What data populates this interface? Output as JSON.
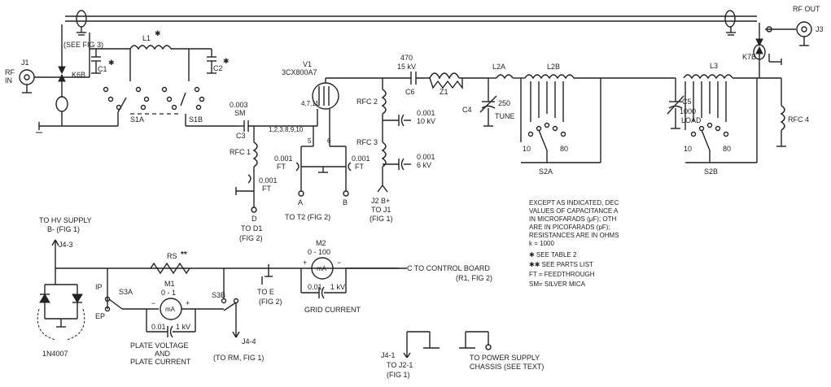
{
  "labels": {
    "see_fig3": "(SEE FIG 3)",
    "rf_in": "RF",
    "rf_in2": "IN",
    "j1": "J1",
    "k6b": "K6B",
    "c1": "C1",
    "l1": "L1",
    "c2": "C2",
    "s1a": "S1A",
    "s1b": "S1B",
    "c3_val": "0.003",
    "c3_sm": "SM",
    "c3": "C3",
    "v1": "V1",
    "v1_type": "3CX800A7",
    "pins_top": "4,7,11",
    "pins_bottom": "1,2,3,8,9,10",
    "pin5": "5",
    "pin6": "6",
    "c6_val": "470",
    "c6_volt": "15 kV",
    "c6": "C6",
    "z1": "Z1",
    "rfc2": "RFC 2",
    "rfc3": "RFC 3",
    "cap_001_10kv_a": "0.001",
    "cap_001_10kv_b": "10 kV",
    "cap_001_6kv_a": "0.001",
    "cap_001_6kv_b": "6 kV",
    "c4": "C4",
    "c4_val": "250",
    "tune": "TUNE",
    "l2a": "L2A",
    "l2b": "L2B",
    "sw_10_a": "10",
    "sw_80_a": "80",
    "s2a": "S2A",
    "c5": "C5",
    "c5_val": "1000",
    "load": "LOAD",
    "l3": "L3",
    "sw_10_b": "10",
    "sw_80_b": "80",
    "s2b": "S2B",
    "rfc4": "RFC 4",
    "rf_out": "RF OUT",
    "j3": "J3",
    "k7b": "K7B",
    "rfc1": "RFC 1",
    "ft1a": "0.001",
    "ft1b": "FT",
    "ft2a": "0.001",
    "ft2b": "FT",
    "ft3a": "0.001",
    "ft3b": "FT",
    "pt_a": "A",
    "pt_b": "B",
    "to_t2": "TO T2 (FIG 2)",
    "pt_d": "D",
    "to_d1": "TO D1",
    "fig2_d": "(FIG 2)",
    "j2": "J2  B+",
    "to_j1": "TO J1",
    "fig1_j": "(FIG 1)",
    "hv1": "TO HV SUPPLY",
    "hv2": "B- (FIG 1)",
    "j4_3": "J4-3",
    "rs": "RS",
    "rs_note": "**",
    "m2": "M2",
    "m2_range": "0 - 100",
    "to_ctl": "C  TO CONTROL BOARD",
    "r1_fig2": "(R1, FIG 2)",
    "grid_cap": "0.01",
    "grid_kv": "1 kV",
    "grid_current": "GRID CURRENT",
    "ip": "IP",
    "ep": "EP",
    "s3a": "S3A",
    "m1": "M1",
    "m1_range": "0 - 1",
    "meter_ma": "mA",
    "plate_cap": "0.01",
    "plate_kv": "1 kV",
    "pv1": "PLATE VOLTAGE",
    "pv2": "AND",
    "pv3": "PLATE CURRENT",
    "s3b": "S3B",
    "to_e": "TO E",
    "fig2_e": "(FIG 2)",
    "j4_4": "J4-4",
    "to_rm": "(TO RM, FIG 1)",
    "diode": "1N4007",
    "j4_1": "J4-1",
    "to_j2": "TO J2-1",
    "fig1_b": "(FIG 1)",
    "to_ps": "TO POWER SUPPLY",
    "chassis": "CHASSIS (SEE TEXT)",
    "note1": "EXCEPT AS INDICATED, DEC",
    "note2": "VALUES OF CAPACITANCE A",
    "note3": "IN MICROFARADS (μF); OTH",
    "note4": "ARE IN PICOFARADS (pF);",
    "note5": "RESISTANCES ARE IN OHMS",
    "note6": "k = 1000",
    "legend1": "✱  SEE TABLE 2",
    "legend2": "✱✱ SEE PARTS LIST",
    "legend3": "FT = FEEDTHROUGH",
    "legend4": "SM= SILVER MICA"
  }
}
